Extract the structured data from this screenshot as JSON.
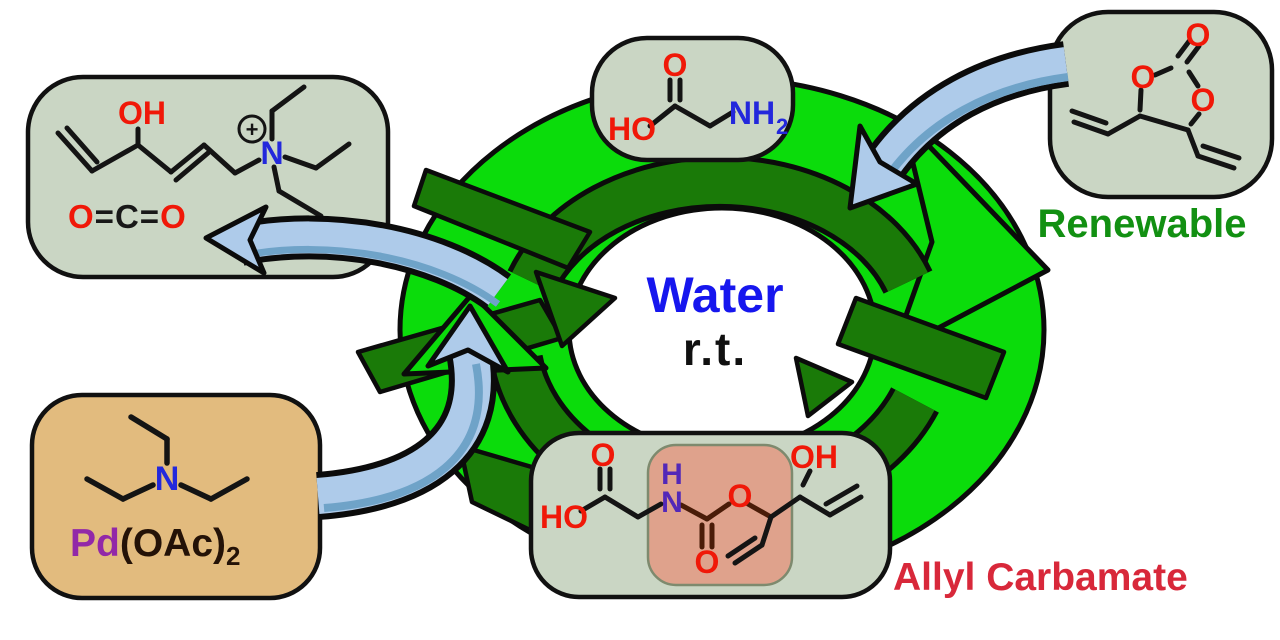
{
  "center": {
    "water": "Water",
    "rt": "r.t."
  },
  "labels": {
    "renewable": "Renewable",
    "allyl_carbamate": "Allyl Carbamate"
  },
  "catalyst": {
    "pd": "Pd",
    "oac": "(OAc)",
    "subscript": "2"
  },
  "co2": {
    "o_left": "O",
    "bond1": "=",
    "c": "C",
    "bond2": "=",
    "o_right": "O"
  },
  "molecules": {
    "ammonium_product": {
      "oh": "OH",
      "n": "N",
      "charge": "+"
    },
    "glycine": {
      "o": "O",
      "ho": "HO",
      "nh": "NH",
      "subscript": "2"
    },
    "vinyl_ethylene_carbonate": {
      "o_top": "O",
      "o_left": "O",
      "o_right": "O"
    },
    "triethylamine": {
      "n": "N"
    },
    "allyl_carbamate": {
      "ho": "HO",
      "o_top": "O",
      "h": "H",
      "n": "N",
      "o_carbonyl": "O",
      "o_ester": "O",
      "oh": "OH"
    }
  },
  "colors": {
    "bright_green": "#0bdc0b",
    "dark_green": "#1a7a08",
    "arrow_blue": "#aecbea",
    "arrow_blue_edge": "#6fa3c8",
    "box_green": "#cad6c4",
    "box_tan": "#e2bb7e",
    "highlight_salmon": "#dfa28c",
    "water_blue": "#1616ee",
    "renewable_green": "#129012",
    "carbamate_red": "#d8283a",
    "atom_red": "#f01808",
    "atom_blue": "#2328dc",
    "atom_purple": "#5228b8",
    "pd_purple": "#9228a8",
    "bond_maroon": "#4a1c08"
  }
}
